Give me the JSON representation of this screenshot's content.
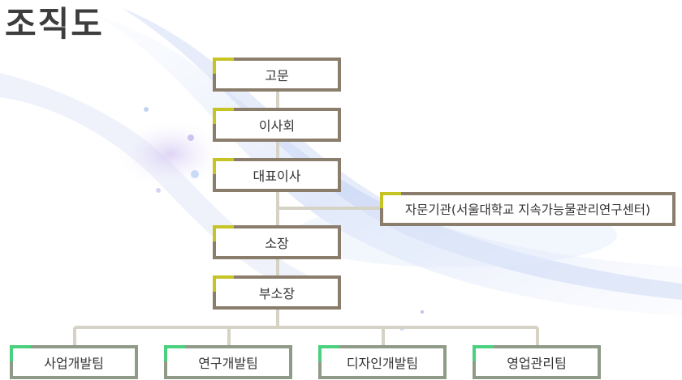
{
  "title": "조직도",
  "nodes": {
    "advisor": "고문",
    "board": "이사회",
    "ceo": "대표이사",
    "advisory_org": "자문기관(서울대학교 지속가능물관리연구센터)",
    "director": "소장",
    "vice_director": "부소장"
  },
  "teams": [
    "사업개발팀",
    "연구개발팀",
    "디자인개발팀",
    "영업관리팀"
  ],
  "colors": {
    "box_border": "#8a7d6c",
    "team_border": "#8f9a88",
    "accent_yellow": "#c6c424",
    "accent_green": "#4ad07e",
    "connector": "#d6d2c6"
  }
}
